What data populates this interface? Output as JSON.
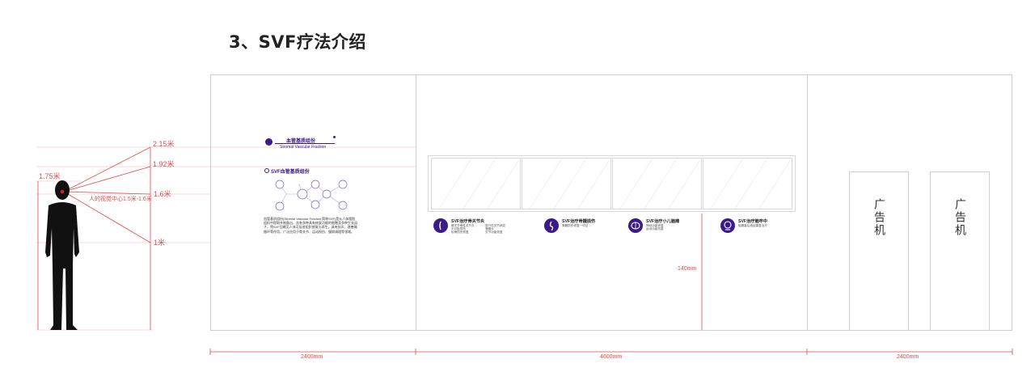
{
  "title": "3、SVF疗法介绍",
  "heights": {
    "h215": "2.15米",
    "h192": "1.92米",
    "h175": "1.75米",
    "h16": "1.6米",
    "h1": "1米",
    "eye_note": "人的视觉中心1.5米-1.6米"
  },
  "panel": {
    "title_cn": "血管基质组份",
    "title_en": "Stromal Vascular Fraction",
    "section": "SVF血管基质组份",
    "body": "血管基质组份(Stromal Vascular Fraction,简称SVF)是从人体脂肪组织中提取并制备出，含有多种具有修复功能的细胞及多种生长因子。将SVF回输至人体可促进组织修复与再生，具有抗炎、改善微循环等作用，广泛应用于骨关节、运动损伤、慢病调理等领域。"
  },
  "cards": [
    {
      "title": "SVF治疗骨关节炎",
      "lines": [
        "膝关节骨性关节炎",
        "半月板损伤",
        "软骨损伤修复"
      ],
      "lines2": [
        "退行性关节病变",
        "滑膜炎",
        "关节功能恢复"
      ]
    },
    {
      "title": "SVF治疗骨髓损伤",
      "lines": [
        "脊髓损伤修复一项目"
      ],
      "lines2": []
    },
    {
      "title": "SVF治疗小儿脑瘫",
      "lines": [
        "神经功能修复",
        "运动功能改善"
      ],
      "lines2": []
    },
    {
      "title": "SVF治疗脑卒中",
      "lines": [
        "脑梗塞后遗症康复治疗"
      ],
      "lines2": []
    }
  ],
  "dims": {
    "d140": "140mm",
    "w1": "2400mm",
    "w2": "4600mm",
    "w3": "2400mm"
  },
  "kiosks": [
    {
      "label": "广告机"
    },
    {
      "label": "广告机"
    }
  ],
  "colors": {
    "accent": "#3d1a8a",
    "dimension": "#e24a4a",
    "wall": "#cfcfcf"
  }
}
